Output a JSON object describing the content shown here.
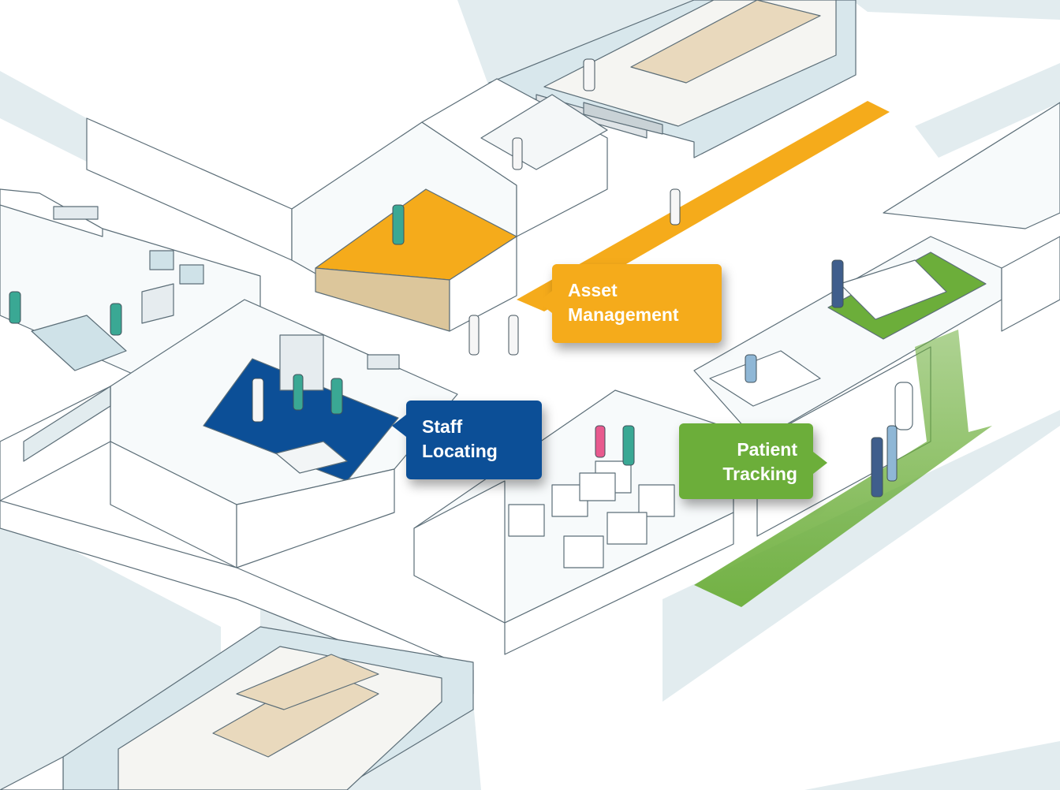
{
  "callouts": {
    "asset_management": {
      "line1": "Asset",
      "line2": "Management",
      "color": "#f5ab1b"
    },
    "staff_locating": {
      "line1": "Staff",
      "line2": "Locating",
      "color": "#0c4f97"
    },
    "patient_tracking": {
      "line1": "Patient",
      "line2": "Tracking",
      "color": "#6cae3a"
    }
  },
  "colors": {
    "floor": "#e2ecef",
    "wall_face": "#ffffff",
    "wall_top": "#f4f7f8",
    "outline": "#5c6e78",
    "glass": "#cfe2e8",
    "wood": "#e9d9bd",
    "scrubs": "#3aa894",
    "coat": "#f6f6f6"
  }
}
